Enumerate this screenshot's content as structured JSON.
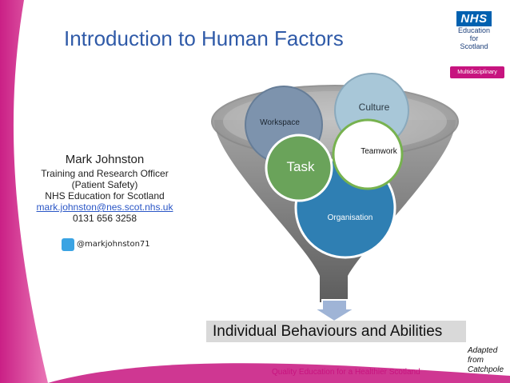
{
  "slide": {
    "title": "Introduction to Human Factors",
    "logo": {
      "mark": "NHS",
      "line1": "Education",
      "line2": "for",
      "line3": "Scotland"
    },
    "tag": "Multidisciplinary"
  },
  "presenter": {
    "name": "Mark Johnston",
    "role": "Training and Research Officer",
    "dept": "(Patient Safety)",
    "org": "NHS Education for Scotland",
    "email": "mark.johnston@nes.scot.nhs.uk",
    "phone": "0131 656 3258",
    "twitter": "@markjohnston71"
  },
  "diagram": {
    "circles": {
      "culture": "Culture",
      "workspace": "Workspace",
      "teamwork": "Teamwork",
      "task": "Task",
      "organisation": "Organisation"
    },
    "result": "Individual Behaviours and Abilities"
  },
  "footer": {
    "tagline": "Quality Education for a Healthier Scotland",
    "credit": "Adapted from Catchpole"
  },
  "colors": {
    "accent_magenta": "#c7147f",
    "title_blue": "#2f5aa8",
    "culture": "#a8c7d8",
    "workspace": "#7d93ad",
    "task": "#6aa35a",
    "organisation": "#2f7fb3"
  },
  "icons": [
    "twitter-icon",
    "funnel-icon",
    "arrow-down-icon",
    "nhs-logo"
  ]
}
